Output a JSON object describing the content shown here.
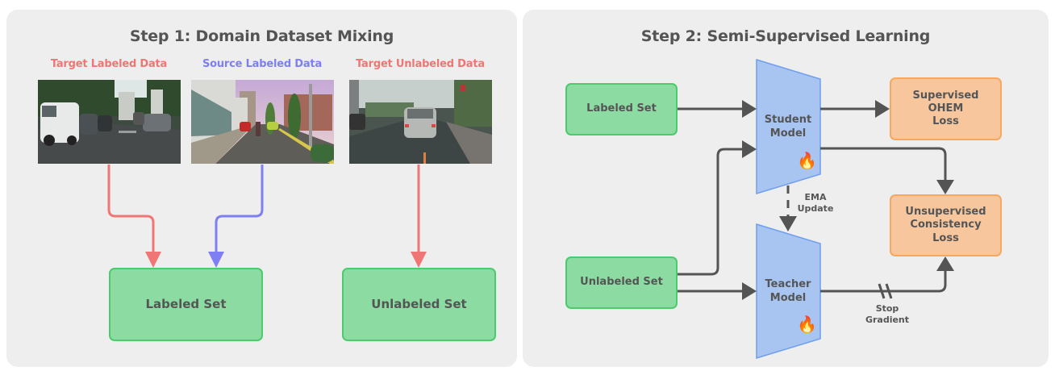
{
  "step1": {
    "title": "Step 1: Domain Dataset Mixing",
    "sources": [
      {
        "label": "Target Labeled Data",
        "color": "#f07575",
        "image": "real-street-scene-parked-cars"
      },
      {
        "label": "Source Labeled Data",
        "color": "#7e7ef5",
        "image": "synthetic-street-scene-cyclist"
      },
      {
        "label": "Target Unlabeled Data",
        "color": "#f07575",
        "image": "real-street-scene-rainy-car"
      }
    ],
    "outputs": [
      {
        "label": "Labeled Set"
      },
      {
        "label": "Unlabeled Set"
      }
    ]
  },
  "step2": {
    "title": "Step 2: Semi-Supervised Learning",
    "inputs": [
      {
        "label": "Labeled Set"
      },
      {
        "label": "Unlabeled Set"
      }
    ],
    "models": [
      {
        "line1": "Student",
        "line2": "Model",
        "icon": "fire-icon",
        "glyph": "🔥"
      },
      {
        "line1": "Teacher",
        "line2": "Model",
        "icon": "fire-icon",
        "glyph": "🔥"
      }
    ],
    "losses": [
      {
        "lines": [
          "Supervised",
          "OHEM",
          "Loss"
        ]
      },
      {
        "lines": [
          "Unsupervised",
          "Consistency",
          "Loss"
        ]
      }
    ],
    "annotations": {
      "ema": [
        "EMA",
        "Update"
      ],
      "stop": [
        "Stop",
        "Gradient"
      ]
    }
  },
  "colors": {
    "target": "#f07575",
    "source": "#7e7ef5",
    "set_fill": "#8cdba2",
    "set_border": "#4ccb6d",
    "loss_fill": "#f7c69c",
    "loss_border": "#f5a860",
    "model_fill": "#a8c4f0",
    "model_border": "#6f9ef0",
    "arrow": "#545454",
    "panel_bg": "#eeeeee"
  }
}
